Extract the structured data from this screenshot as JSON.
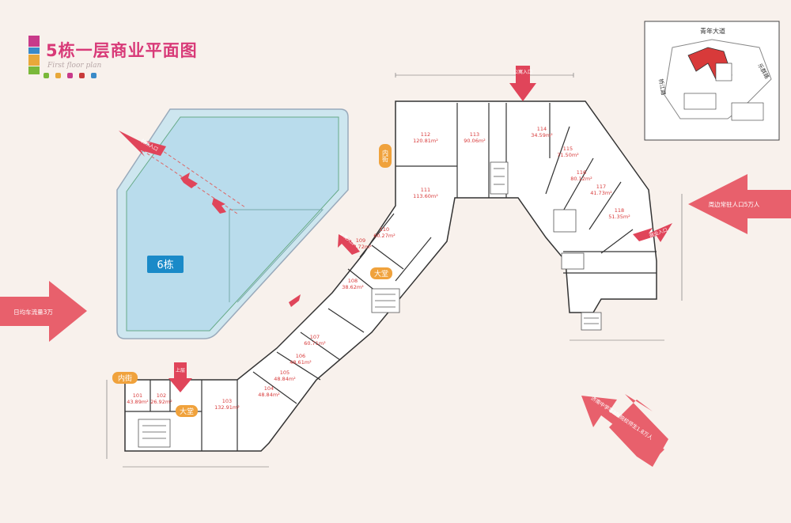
{
  "header": {
    "title": "5栋一层商业平面图",
    "subtitle": "First floor plan"
  },
  "colors": {
    "accent": "#d83a78",
    "arrow": "#e0455a",
    "pool": "#b9dcec",
    "orange": "#f0a23c",
    "unit_text": "#d83a3a"
  },
  "building": {
    "label": "6栋"
  },
  "arrows": {
    "left_traffic": "日均车流量3万",
    "right_residents": "周边常驻人口5万人",
    "bottom_right": "济南中学等8所院校师生1.8万人",
    "pool_entry": "前所入口",
    "top_entry": "公寓入口",
    "right_entry": "商业入口",
    "mid_entry": "公寓入口",
    "bottom_entry": "上层"
  },
  "badges": {
    "inner_street_top": "内街",
    "inner_street_bottom": "内街",
    "lobby_mid": "大堂",
    "lobby_bottom": "大堂"
  },
  "units": [
    {
      "id": "101",
      "area": "43.89m²"
    },
    {
      "id": "102",
      "area": "26.92m²"
    },
    {
      "id": "103",
      "area": "132.91m²"
    },
    {
      "id": "104",
      "area": "48.84m²"
    },
    {
      "id": "105",
      "area": "48.84m²"
    },
    {
      "id": "106",
      "area": "48.61m²"
    },
    {
      "id": "107",
      "area": "60.71m²"
    },
    {
      "id": "108",
      "area": "38.62m²"
    },
    {
      "id": "109",
      "area": "28.72m²"
    },
    {
      "id": "110",
      "area": "60.27m²"
    },
    {
      "id": "111",
      "area": "113.60m²"
    },
    {
      "id": "112",
      "area": "120.81m²"
    },
    {
      "id": "113",
      "area": "90.06m²"
    },
    {
      "id": "114",
      "area": "34.59m²"
    },
    {
      "id": "115",
      "area": "71.50m²"
    },
    {
      "id": "116",
      "area": "80.12m²"
    },
    {
      "id": "117",
      "area": "41.73m²"
    },
    {
      "id": "118",
      "area": "51.35m²"
    }
  ],
  "minimap": {
    "road_top": "青年大道",
    "road_right": "乐群路",
    "road_left": "桥江路"
  }
}
